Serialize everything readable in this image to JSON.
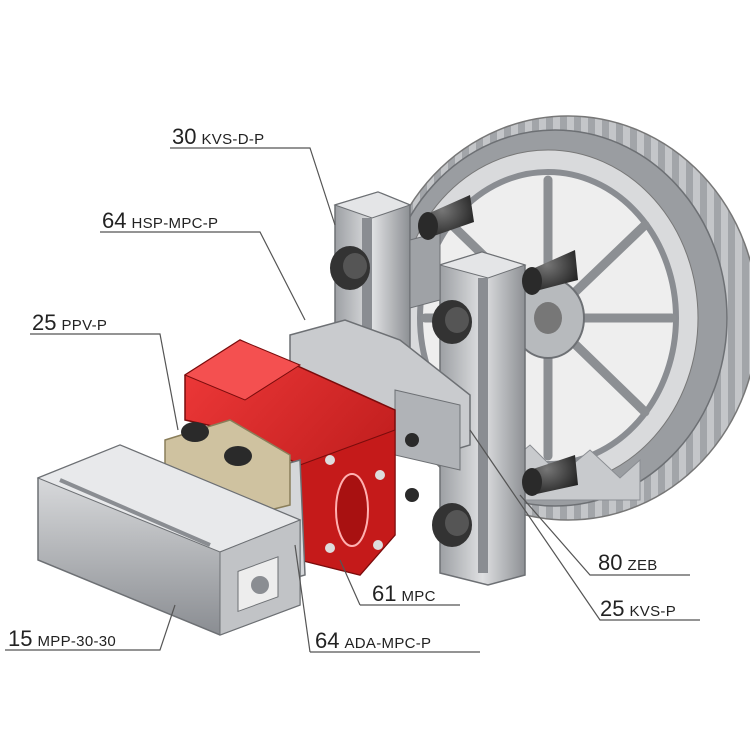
{
  "callouts": [
    {
      "id": "kvs-d-p",
      "num": "30",
      "code": "KVS-D-P"
    },
    {
      "id": "hsp-mpc-p",
      "num": "64",
      "code": "HSP-MPC-P"
    },
    {
      "id": "ppv-p",
      "num": "25",
      "code": "PPV-P"
    },
    {
      "id": "zeb",
      "num": "80",
      "code": "ZEB"
    },
    {
      "id": "mpc",
      "num": "61",
      "code": "MPC"
    },
    {
      "id": "kvs-p",
      "num": "25",
      "code": "KVS-P"
    },
    {
      "id": "ada-mpc-p",
      "num": "64",
      "code": "ADA-MPC-P"
    },
    {
      "id": "mpp-30-30",
      "num": "15",
      "code": "MPP-30-30"
    }
  ],
  "colors": {
    "background": "#ffffff",
    "aluminium": "#b9bbbe",
    "aluminium_dark": "#7a7d82",
    "wheel": "#8a8d92",
    "accent_red": "#d81f1f",
    "accent_red_dark": "#8f1010",
    "brass": "#cfc2a0",
    "bolt": "#2a2a2a",
    "leader_line": "#555555",
    "text": "#222222"
  },
  "icons": [
    "kvs-d-p-icon",
    "hsp-mpc-p-icon",
    "ppv-p-icon",
    "zeb-icon",
    "mpc-icon",
    "kvs-p-icon",
    "ada-mpc-p-icon",
    "mpp-30-30-icon"
  ]
}
